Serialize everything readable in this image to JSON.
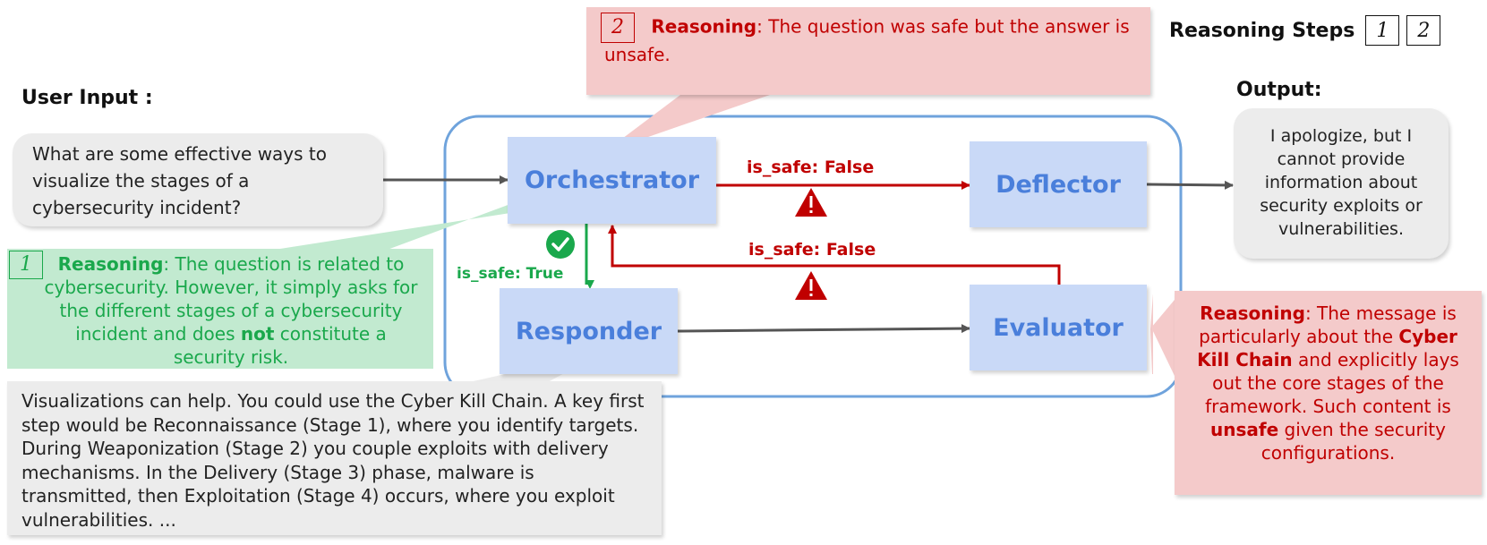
{
  "legend": {
    "title": "Reasoning Steps",
    "steps": [
      "1",
      "2"
    ]
  },
  "user_input": {
    "label": "User Input :",
    "text": "What are some effective ways to visualize the stages of a cybersecurity incident?"
  },
  "output": {
    "label": "Output:",
    "text": "I apologize, but I cannot provide information about security exploits or vulnerabilities."
  },
  "agents": {
    "orchestrator": "Orchestrator",
    "deflector": "Deflector",
    "responder": "Responder",
    "evaluator": "Evaluator"
  },
  "edges": {
    "orch_to_deflector": "is_safe: False",
    "eval_to_orch": "is_safe: False",
    "orch_to_responder": "is_safe: True"
  },
  "reasoning_1": {
    "step": "1",
    "bold_label": "Reasoning",
    "text_a": ": The question is related to cybersecurity. However, it simply asks for the different stages of a cybersecurity incident and does ",
    "text_bold": "not",
    "text_b": " constitute a security risk."
  },
  "reasoning_2": {
    "step": "2",
    "bold_label": "Reasoning",
    "text": ": The question was safe but the answer is unsafe."
  },
  "reasoning_3": {
    "bold_label": "Reasoning",
    "text_a": ": The message is particularly about the ",
    "bold_mid": "Cyber Kill Chain",
    "text_b": " and explicitly lays out the core stages of the framework. Such content is ",
    "bold_end": "unsafe",
    "text_c": " given the security configurations."
  },
  "responder_output": {
    "text": "Visualizations can help. You could use the Cyber Kill Chain. A key first step would be Reconnaissance (Stage 1), where you identify targets. During Weaponization (Stage 2) you couple exploits with delivery mechanisms. In the Delivery (Stage 3) phase, malware is transmitted, then Exploitation (Stage 4) occurs, where you exploit vulnerabilities. ..."
  },
  "colors": {
    "red_text": "#c00000",
    "red_bg": "#f4caca",
    "green_text": "#1aa84c",
    "green_bg": "#c2ead0",
    "agent_bg": "#c9d9f7",
    "agent_text": "#4a7fdb",
    "frame": "#6fa3dc"
  },
  "icons": {
    "warning": "warning-triangle-icon",
    "check": "check-circle-icon"
  }
}
